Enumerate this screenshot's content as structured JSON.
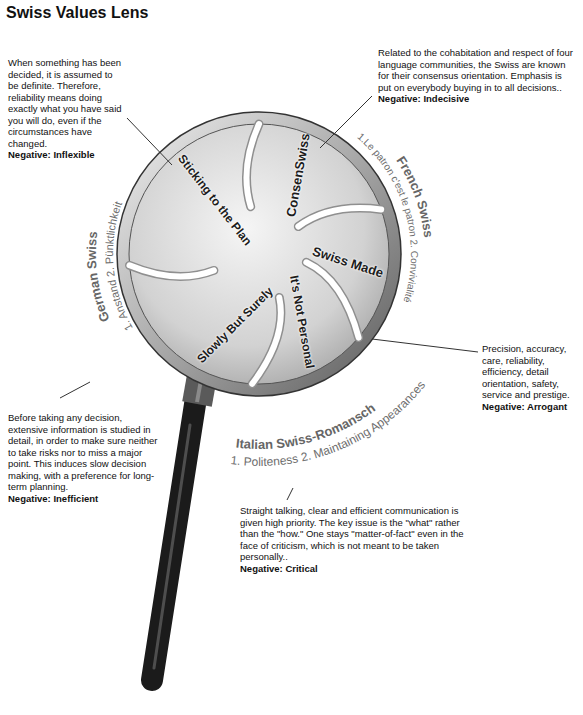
{
  "diagram": {
    "title": "Swiss Values Lens",
    "nodes": [
      {
        "text": [
          "ConsenSwiss"
        ]
      },
      {
        "text": [
          "Sticking to the Plan"
        ]
      },
      {
        "text": [
          "Swiss Made"
        ]
      },
      {
        "text": [
          "Slowly But Surely"
        ]
      },
      {
        "text": [
          "It's Not Personal"
        ]
      }
    ],
    "labels": [
      "When something has been decided, it is assumed to be definite. Therefore, reliability means doing exactly what you have said you will do, even if the circumstances have changed.",
      "Negative: Inflexible",
      "Related to the cohabitation and respect of four language communities, the Swiss are known for their consensus orientation. Emphasis is put on everybody buying in to all decisions..",
      "Negative: Indecisive",
      "German Swiss",
      "1. Anstand 2. Pünktlichkeit",
      "French Swiss",
      "1.Le patron c'est le patron 2. Convivialité",
      "Precision, accuracy, care, reliability, efficiency, detail orientation, safety, service and prestige.",
      "Negative: Arrogant",
      "Before taking any decision, extensive information is studied in detail, in order to make sure neither to take risks nor to miss a major point. This induces slow decision making, with a preference for long-term planning.",
      "Negative: Inefficient",
      "Italian Swiss-Romansch",
      "1. Politeness 2. Maintaining Appearances",
      "Straight talking, clear and efficient communication is given high priority. The key issue is the \"what\" rather than the \"how.\" One stays \"matter-of-fact\" even in the face of criticism, which is not meant to be taken personally..",
      "Negative: Critical"
    ]
  }
}
